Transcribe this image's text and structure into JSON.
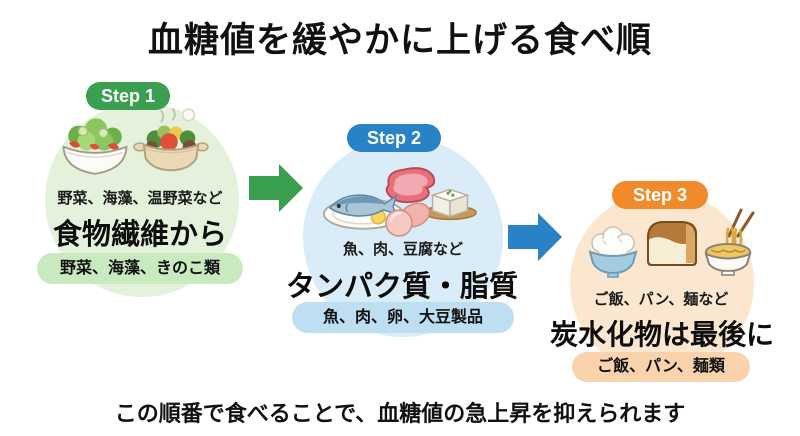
{
  "title": "血糖値を緩やかに上げる食べ順",
  "footer": "この順番で食べることで、血糖値の急上昇を抑えられます",
  "steps": [
    {
      "badge": "Step 1",
      "examples": "野菜、海藻、温野菜など",
      "heading": "食物繊維から",
      "pill": "野菜、海藻、きのこ類",
      "icons": [
        "salad-bowl-icon",
        "hot-pot-icon"
      ],
      "colors": {
        "badge": "#3aa04f",
        "circle": "#e4f2dc",
        "pill": "#c9e9be"
      }
    },
    {
      "badge": "Step 2",
      "examples": "魚、肉、豆腐など",
      "heading": "タンパク質・脂質",
      "pill": "魚、肉、卵、大豆製品",
      "icons": [
        "fish-plate-icon",
        "steak-icon",
        "tofu-icon",
        "chicken-icon"
      ],
      "colors": {
        "badge": "#2a82c6",
        "circle": "#daecf8",
        "pill": "#bedff2"
      }
    },
    {
      "badge": "Step 3",
      "examples": "ご飯、パン、麺など",
      "heading": "炭水化物は最後に",
      "pill": "ご飯、パン、麺類",
      "icons": [
        "rice-bowl-icon",
        "bread-loaf-icon",
        "noodle-bowl-icon"
      ],
      "colors": {
        "badge": "#f08a2a",
        "circle": "#fbe7cf",
        "pill": "#f8d3ab"
      }
    }
  ],
  "arrows": [
    {
      "name": "arrow-step1-to-step2",
      "color": "#3aa04f"
    },
    {
      "name": "arrow-step2-to-step3",
      "color": "#2a82c6"
    }
  ]
}
